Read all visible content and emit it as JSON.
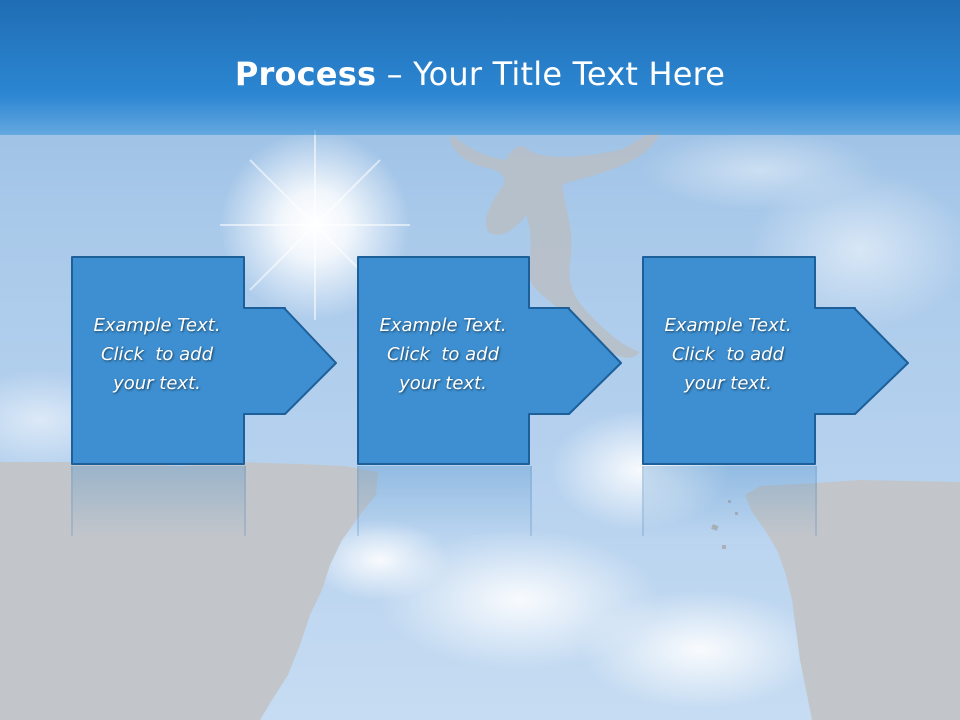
{
  "slide": {
    "title_bold": "Process",
    "title_rest": " – Your Title Text Here"
  },
  "steps": [
    {
      "line1": "Example Text.",
      "line2": "Click  to add",
      "line3": "your text."
    },
    {
      "line1": "Example Text.",
      "line2": "Click  to add",
      "line3": "your text."
    },
    {
      "line1": "Example Text.",
      "line2": "Click  to add",
      "line3": "your text."
    }
  ],
  "colors": {
    "title_bar": "#2c86d2",
    "box_fill": "#3d8fd1",
    "box_border": "#1d5f99",
    "cliff": "#c2c6cb"
  },
  "icons": [
    "sun-icon",
    "arrow-right-icon"
  ]
}
